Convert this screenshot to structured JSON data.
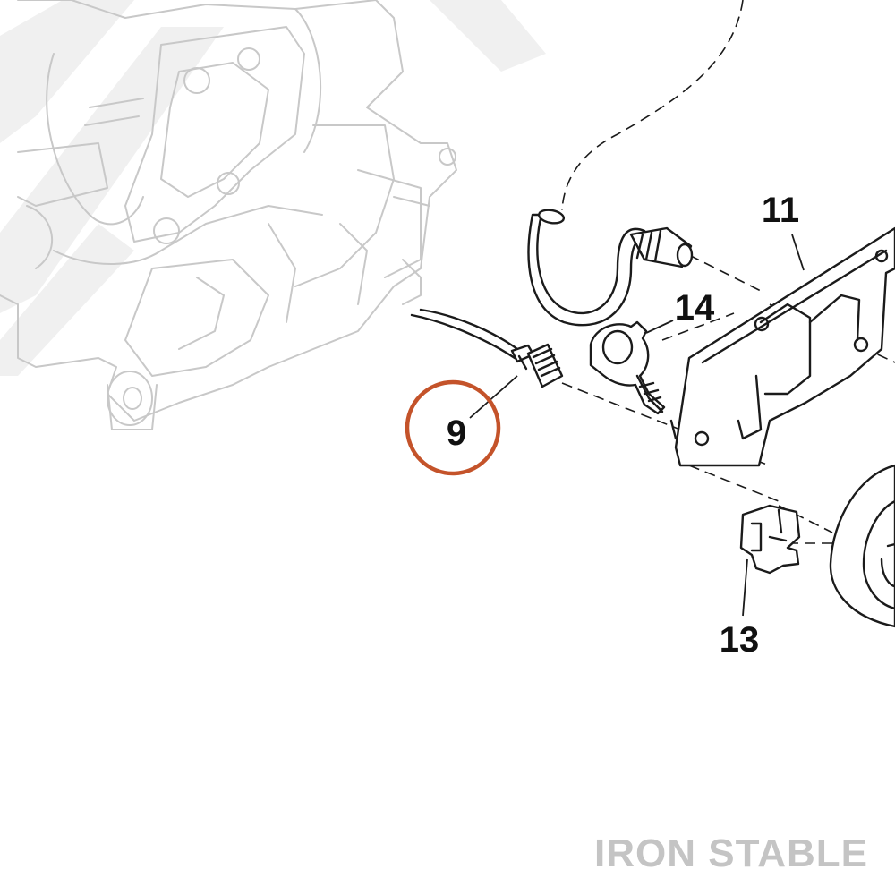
{
  "callouts": {
    "item_9": "9",
    "item_11": "11",
    "item_13": "13",
    "item_14": "14"
  },
  "highlight": {
    "item": "9",
    "ring_color": "#c4532a"
  },
  "watermark": {
    "brand_text": "IRON STABLE",
    "color": "#c4c4c4"
  },
  "colors": {
    "ink": "#1b1b1b",
    "ghost_engine": "#c8c8c8",
    "background": "#ffffff"
  }
}
